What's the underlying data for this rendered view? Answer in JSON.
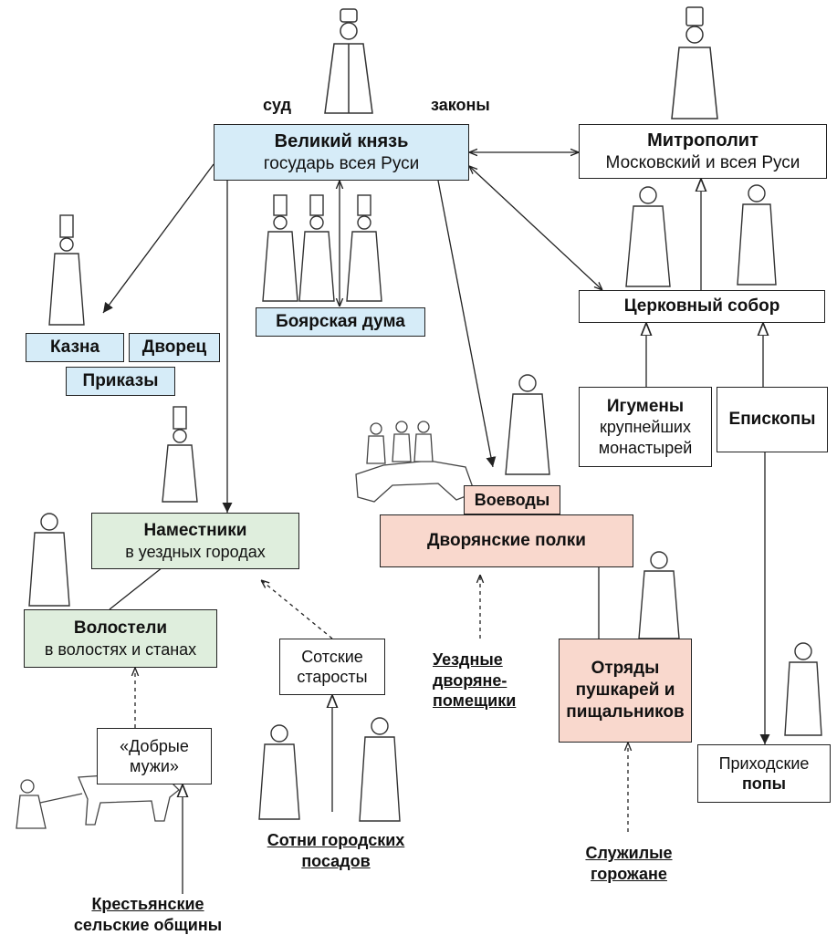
{
  "labels": {
    "court": "суд",
    "laws": "законы"
  },
  "boxes": {
    "grand_prince": {
      "title": "Великий князь",
      "subtitle": "государь всея Руси"
    },
    "metropolitan": {
      "title": "Митрополит",
      "subtitle": "Московский и всея Руси"
    },
    "church_council": {
      "title": "Церковный  собор"
    },
    "boyar_duma": {
      "title": "Боярская дума"
    },
    "treasury": {
      "title": "Казна"
    },
    "palace": {
      "title": "Дворец"
    },
    "prikazy": {
      "title": "Приказы"
    },
    "abbots": {
      "title": "Игумены",
      "line1": "крупнейших",
      "line2": "монастырей"
    },
    "bishops": {
      "title": "Епископы"
    },
    "voevody": {
      "title": "Воеводы"
    },
    "noble_regiments": {
      "title": "Дворянские полки"
    },
    "namestniki": {
      "title": "Наместники",
      "subtitle": "в уездных городах"
    },
    "volosteli": {
      "title": "Волостели",
      "subtitle": "в волостях и станах"
    },
    "sotskie": {
      "line1": "Сотские",
      "line2": "старосты"
    },
    "good_men": {
      "line1": "«Добрые",
      "line2": "мужи»"
    },
    "gunners": {
      "line1": "Отряды",
      "line2": "пушкарей и",
      "line3": "пищальников"
    },
    "parish": {
      "line1": "Приходские",
      "line2": "попы"
    }
  },
  "bottom": {
    "uezd_nobles": {
      "line1": "Уездные",
      "line2": "дворяне-",
      "line3": "помещики"
    },
    "hundreds": {
      "line1": "Сотни городских",
      "line2": "посадов"
    },
    "servicemen": {
      "line1": "Служилые",
      "line2": "горожане"
    },
    "peasants": {
      "line1": "Крестьянские",
      "line2": "сельские общины"
    }
  },
  "colors": {
    "blue": "#d6ecf8",
    "green": "#dfeedd",
    "pink": "#f9d8cd",
    "line": "#222222"
  }
}
